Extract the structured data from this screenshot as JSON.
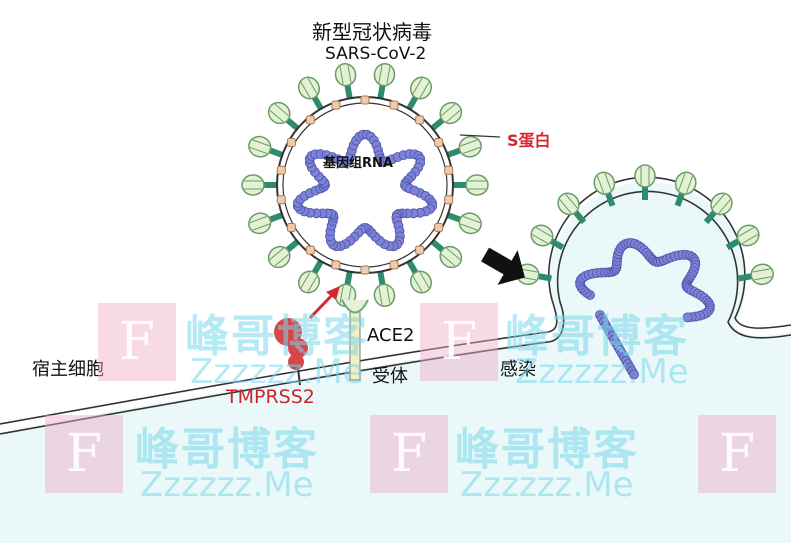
{
  "title": "新型冠状病毒",
  "subtitle": "SARS-CoV-2",
  "labels": {
    "spike": "S蛋白",
    "genome": "基因组RNA",
    "ace2": "ACE2",
    "receptor": "受体",
    "infection": "感染",
    "host_cell": "宿主细胞",
    "tmprss2": "TMPRSS2"
  },
  "watermark": {
    "cn": "峰哥博客",
    "en": "Zzzzzz.Me",
    "logo": "F"
  },
  "colors": {
    "spike_red": "#d6262d",
    "rna": "#7c83d6",
    "spike_green": "#2e8b6e",
    "membrane_fill": "#e6f7f8"
  }
}
